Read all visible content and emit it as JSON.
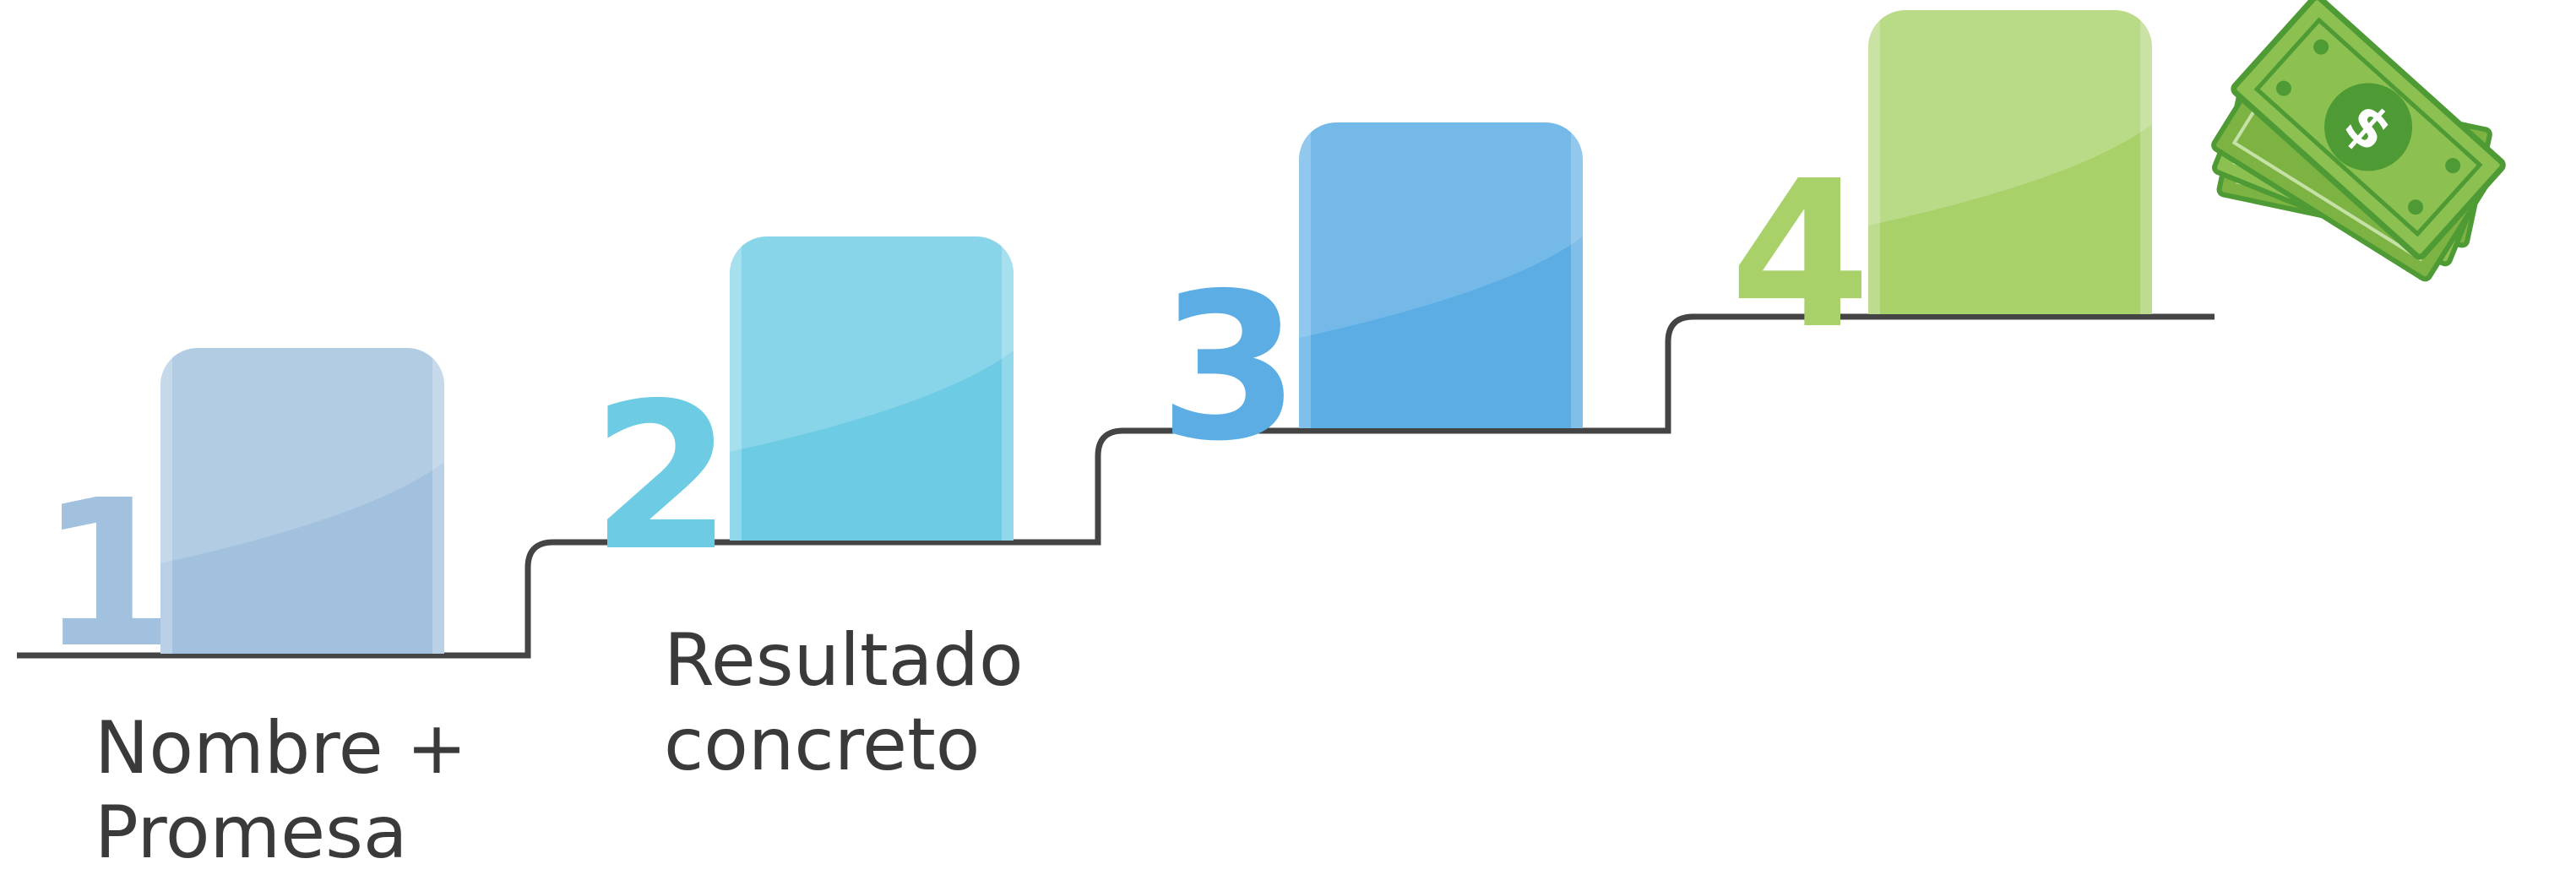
{
  "steps": [
    {
      "number": "1",
      "color": "#a2c1de",
      "caption_lines": [
        "Nombre +",
        "Promesa"
      ]
    },
    {
      "number": "2",
      "color": "#6ecbe4",
      "caption_lines": [
        "Resultado",
        "concreto"
      ]
    },
    {
      "number": "3",
      "color": "#5cade4",
      "caption_lines": []
    },
    {
      "number": "4",
      "color": "#a8d16a",
      "caption_lines": []
    }
  ],
  "stair_line_color": "#444444",
  "money_icon": "money-stack-icon",
  "money_colors": {
    "dark": "#4e9a34",
    "light": "#8cc152"
  }
}
